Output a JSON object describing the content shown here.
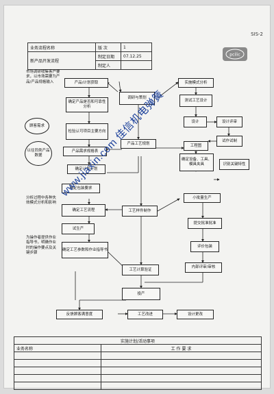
{
  "doc_code": "SIS-2",
  "header": {
    "row1": {
      "label": "业务流程名称",
      "field": "版 次",
      "value": "1"
    },
    "row2": {
      "label": "新产品开发流程",
      "field": "制定日期",
      "value": "07.12.25"
    },
    "row3": {
      "field": "制定人",
      "value": ""
    }
  },
  "logo_text": "pcilic",
  "flow": {
    "product_opportunity": "产品/计划获取",
    "initial_review": "确定产品是否和可靠性分析",
    "research_plan": "调研与策划",
    "project_confirm": "检验认可项目主要方向",
    "user_needs_spec": "产品需求规格表",
    "process_tech_plan": "产品工艺规划",
    "schedule_plan": "确定计划计划",
    "design_analysis": "实施模式分析",
    "design_spec": "测试工艺设计",
    "design": "设计",
    "review": "设计评审",
    "trial": "试作试制",
    "engineering_release": "工程图",
    "equipment_confirm": "确定设备、工具、模具夹具",
    "key_char": "识别关键特性",
    "packaging_req": "确定包装要求",
    "process_flow": "确定工艺流程",
    "trial_production": "试生产",
    "work_instruction": "确定工艺参数和作业指导书",
    "first_sample": "工艺样件制作",
    "process_verify": "工艺计算验证",
    "small_batch": "小批量生产",
    "submit_approval": "提交批准批准",
    "evaluate_package": "评价包装",
    "internal_audit": "内部评审/审核",
    "mass_production": "投产",
    "feedback": "反馈顾客满意度",
    "process_improve": "工艺改进",
    "design_change": "设计更改"
  },
  "side_notes": {
    "top": "市场调研收集客户要求，以市场需要为产品/产品规格输入",
    "circle_customer": "顾客需求",
    "circle_product": "以往同类产品数据",
    "middle": "分析过程中各种失效模式分析和影响",
    "bottom": "为操作者提供作业指导书，明确作业时的操作要点及关键步骤"
  },
  "watermark": "www.jiaxin.com 佳信机电弹簧",
  "footer": {
    "title": "实施计划/活动事项",
    "col_name": "业务名称",
    "col_work": "工  作  要  求"
  }
}
